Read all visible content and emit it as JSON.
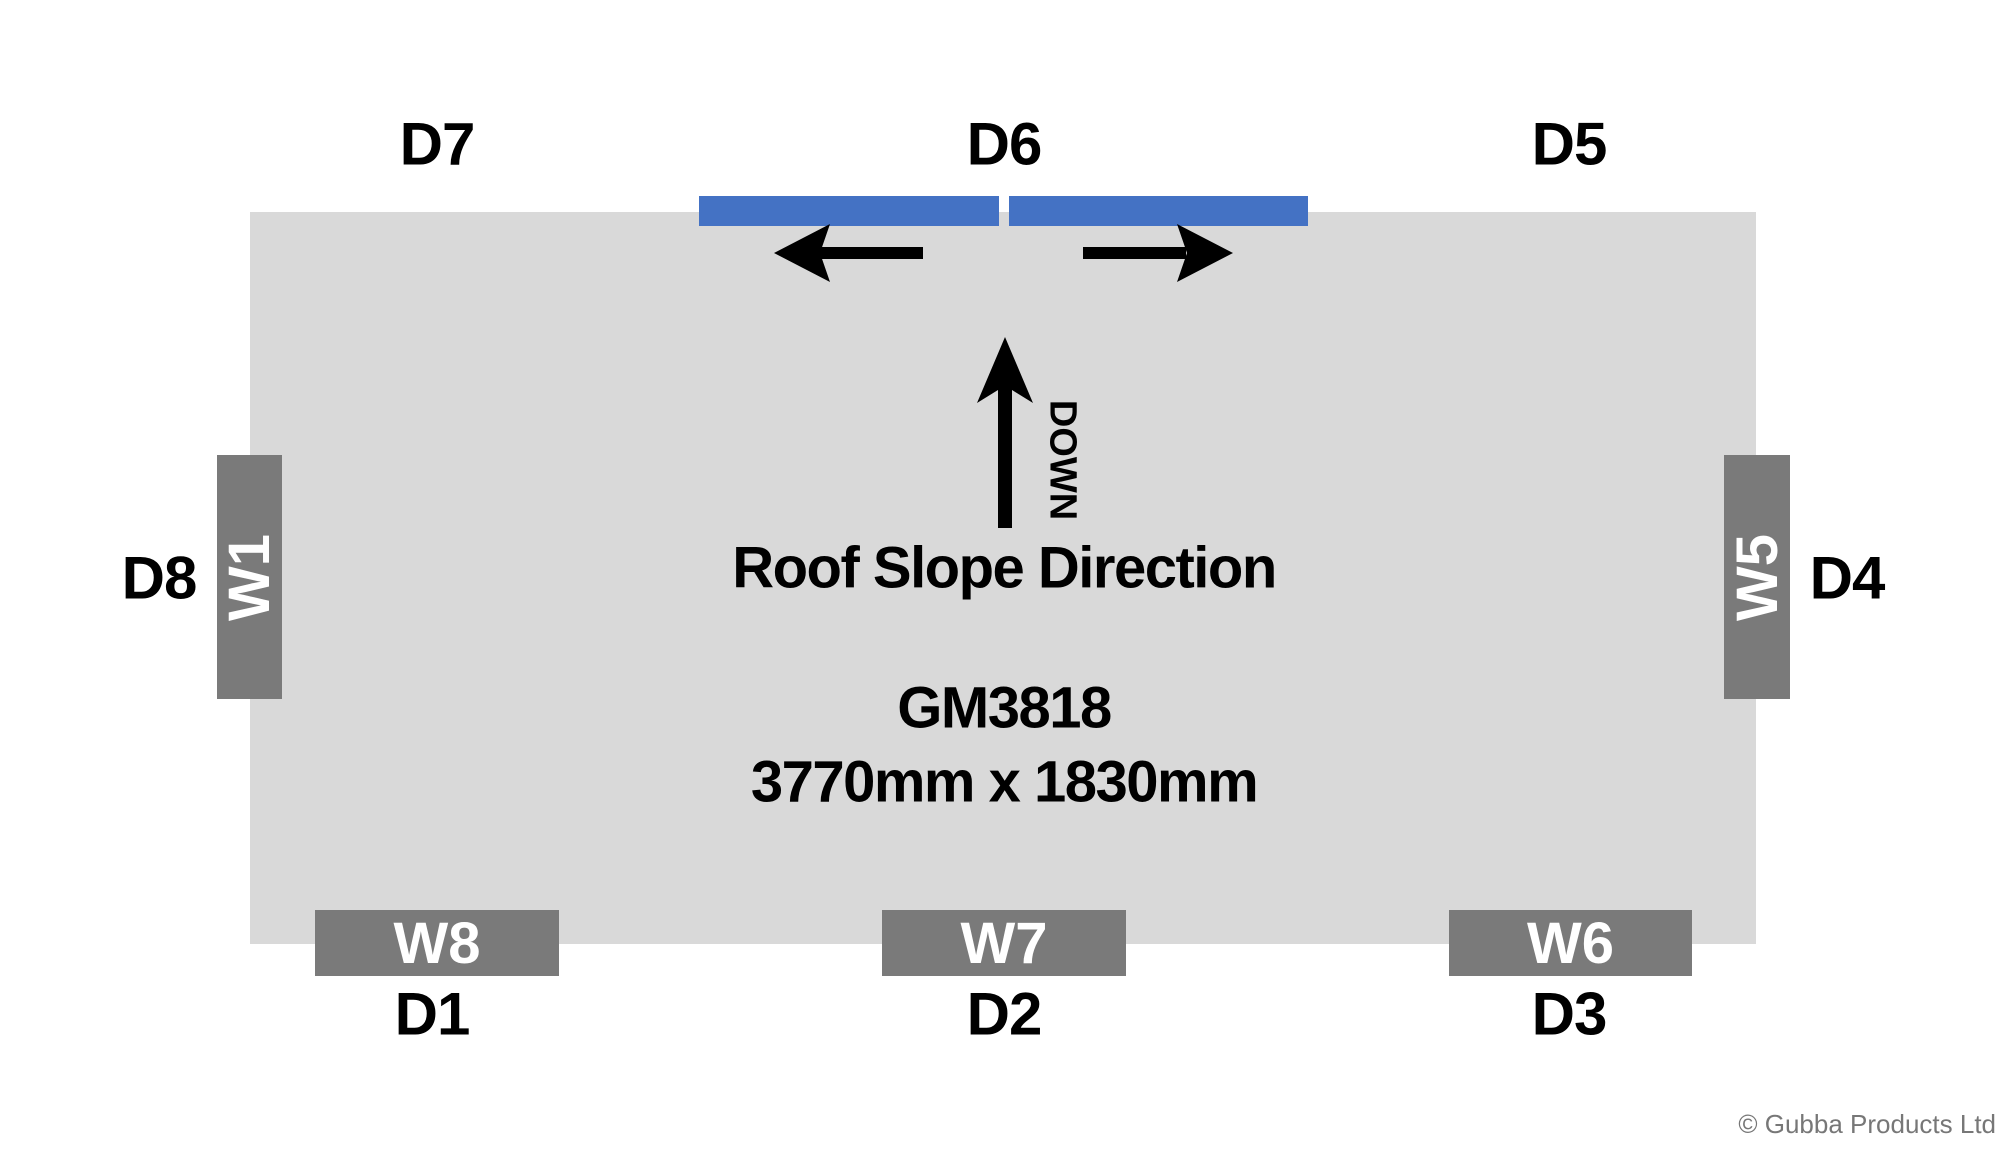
{
  "diagram": {
    "product_code": "GM3818",
    "dimensions": "3770mm x 1830mm",
    "slope_label": "Roof Slope Direction",
    "slope_arrow_label": "DOWN",
    "downpipes": {
      "d1": "D1",
      "d2": "D2",
      "d3": "D3",
      "d4": "D4",
      "d5": "D5",
      "d6": "D6",
      "d7": "D7",
      "d8": "D8"
    },
    "walls": {
      "w1": "W1",
      "w5": "W5",
      "w6": "W6",
      "w7": "W7",
      "w8": "W8"
    },
    "colors": {
      "roof": "#d9d9d9",
      "gutter": "#4472c4",
      "wall": "#7a7a7a"
    }
  },
  "footer": {
    "copyright": "© Gubba Products Ltd"
  }
}
